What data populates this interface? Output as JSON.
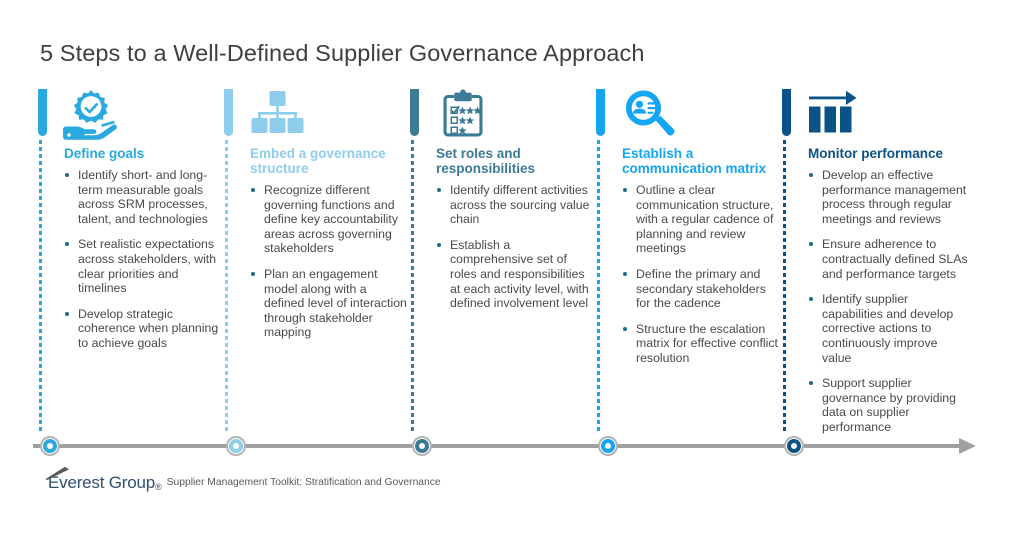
{
  "title": "5 Steps to a Well-Defined Supplier Governance Approach",
  "colors": {
    "step1": "#29a9e0",
    "step2": "#8ecdeb",
    "step3": "#3d7a96",
    "step4": "#14a5f5",
    "step5": "#0b5387",
    "axis": "#a0a0a0",
    "bullet": "#1f6b8c",
    "body_text": "#4a4a4a",
    "title_text": "#3f3f3f",
    "logo": "#2f4f6f"
  },
  "steps": [
    {
      "heading": "Define goals",
      "icon": "hand-holding-check-badge-icon",
      "color": "#29a9e0",
      "bullets": [
        "Identify short- and long-term measurable goals across SRM processes, talent, and technologies",
        "Set realistic expectations across stakeholders, with clear priorities and timelines",
        "Develop strategic coherence when planning to achieve goals"
      ]
    },
    {
      "heading": "Embed a governance structure",
      "icon": "org-chart-hierarchy-icon",
      "color": "#8ecdeb",
      "bullets": [
        "Recognize different governing functions and define key accountability areas across governing stakeholders",
        "Plan an engagement model along with a defined level of interaction through stakeholder mapping"
      ]
    },
    {
      "heading": "Set roles and responsibilities",
      "icon": "clipboard-checklist-icon",
      "color": "#3d7a96",
      "bullets": [
        "Identify different activities across the sourcing value chain",
        "Establish a comprehensive set of roles and responsibilities at each activity level, with defined involvement level"
      ]
    },
    {
      "heading": "Establish a communication matrix",
      "icon": "magnifier-person-search-icon",
      "color": "#14a5f5",
      "bullets": [
        "Outline a clear communication structure, with a regular cadence of planning and review meetings",
        "Define the primary and secondary stakeholders for the cadence",
        "Structure the escalation matrix for effective conflict resolution"
      ]
    },
    {
      "heading": "Monitor performance",
      "icon": "bar-chart-growth-arrow-icon",
      "color": "#0b5387",
      "bullets": [
        "Develop an effective performance management process through regular meetings and reviews",
        "Ensure adherence to contractually defined SLAs and performance targets",
        "Identify supplier capabilities and develop corrective actions to continuously improve value",
        "Support supplier governance by providing data on supplier performance"
      ]
    }
  ],
  "footer": {
    "logo_text": "Everest Group",
    "logo_registered": "®",
    "caption": "Supplier Management Toolkit: Stratification and Governance"
  }
}
